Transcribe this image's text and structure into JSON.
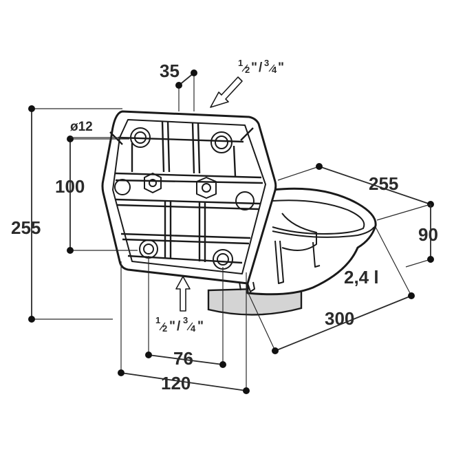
{
  "dimensions": {
    "top_width": "35",
    "height_left": "255",
    "hole_diameter": "ø12",
    "hole_spacing_vertical": "100",
    "bowl_depth": "255",
    "bowl_height": "90",
    "bowl_volume": "2,4 l",
    "bowl_length": "300",
    "hole_spacing_horizontal": "76",
    "base_width": "120"
  },
  "connections": {
    "top": {
      "half": "1",
      "half_den": "2",
      "three": "3",
      "three_den": "4",
      "quote": "\"",
      "slash": "/"
    },
    "bottom": {
      "half": "1",
      "half_den": "2",
      "three": "3",
      "three_den": "4",
      "quote": "\"",
      "slash": "/"
    }
  },
  "colors": {
    "line": "#2a2a2a",
    "outlet": "#d4d4d4"
  }
}
